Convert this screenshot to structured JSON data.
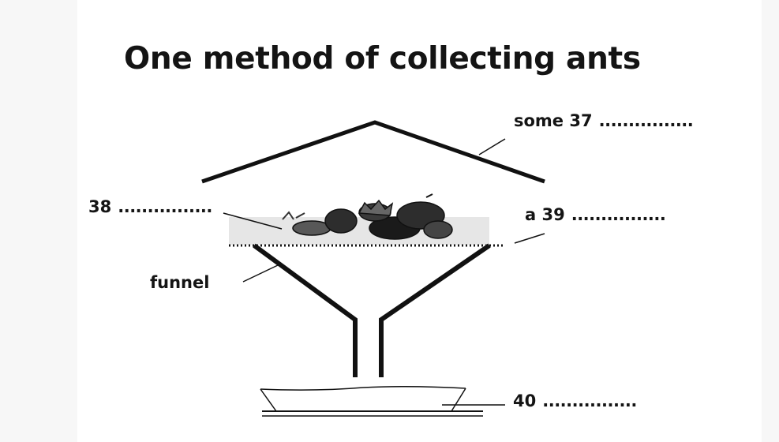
{
  "title": "One method of collecting ants",
  "labels": {
    "q37": {
      "prefix": "some",
      "number": "37",
      "blank": "................"
    },
    "q38": {
      "number": "38",
      "blank": "................"
    },
    "q39": {
      "prefix": "a",
      "number": "39",
      "blank": "................"
    },
    "funnel": "funnel",
    "q40": {
      "number": "40",
      "blank": "................"
    }
  }
}
